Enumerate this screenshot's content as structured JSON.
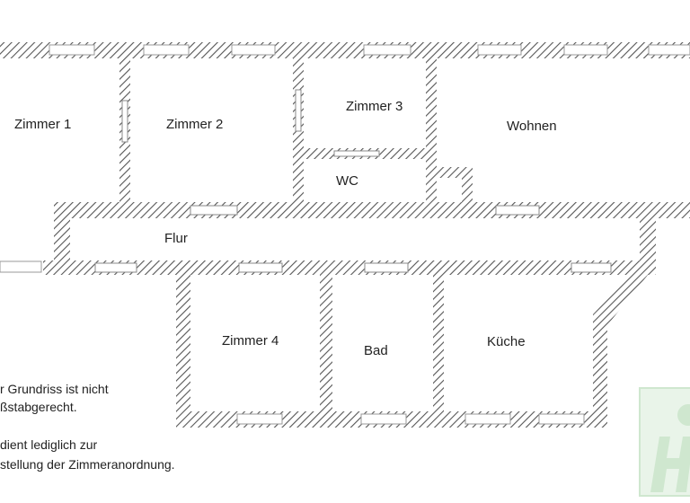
{
  "rooms": {
    "zimmer1": "Zimmer 1",
    "zimmer2": "Zimmer 2",
    "zimmer3": "Zimmer 3",
    "wohnen": "Wohnen",
    "wc": "WC",
    "flur": "Flur",
    "zimmer4": "Zimmer 4",
    "bad": "Bad",
    "kueche": "Küche"
  },
  "note": {
    "line1": "r Grundriss ist nicht",
    "line2": "ßstabgerecht.",
    "line3": "dient lediglich zur",
    "line4": "stellung der Zimmeranordnung."
  },
  "colors": {
    "wall_hatch": "#555555",
    "window": "#bbbbbb",
    "logo": "#cfe7cf"
  }
}
